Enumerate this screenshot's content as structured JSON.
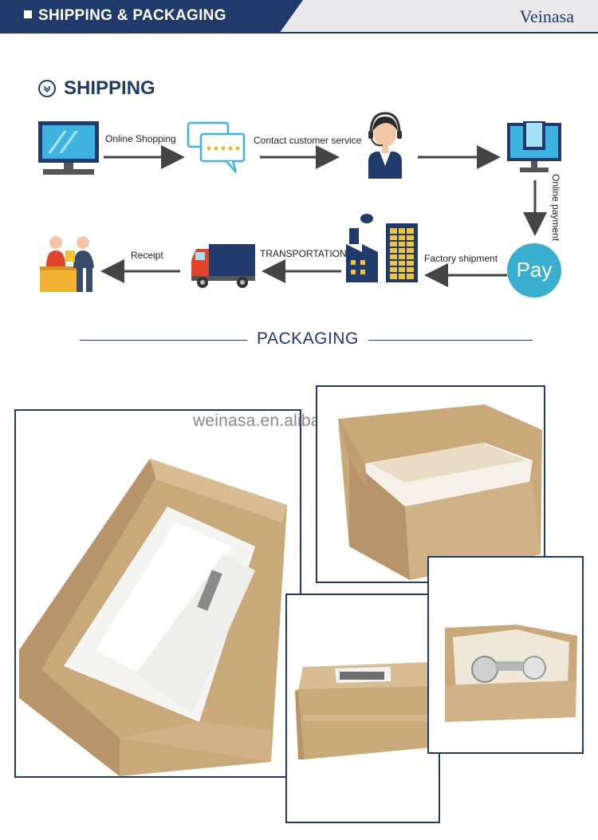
{
  "header": {
    "title": "SHIPPING & PACKAGING",
    "brand": "Veinasa"
  },
  "shipping": {
    "title": "SHIPPING",
    "steps": {
      "online_shopping": "Online Shopping",
      "contact_service": "Contact customer service",
      "online_payment": "Online payment",
      "factory_shipment": "Factory shipment",
      "transportation": "TRANSPORTATION",
      "receipt": "Receipt",
      "pay": "Pay"
    }
  },
  "packaging": {
    "title": "PACKAGING",
    "watermark": "weinasa.en.alibaba.com"
  },
  "colors": {
    "brand_navy": "#1f3a6b",
    "banner_grey": "#e9e9eb",
    "cardboard": "#c9a87a",
    "pay_teal": "#3aaecf"
  }
}
